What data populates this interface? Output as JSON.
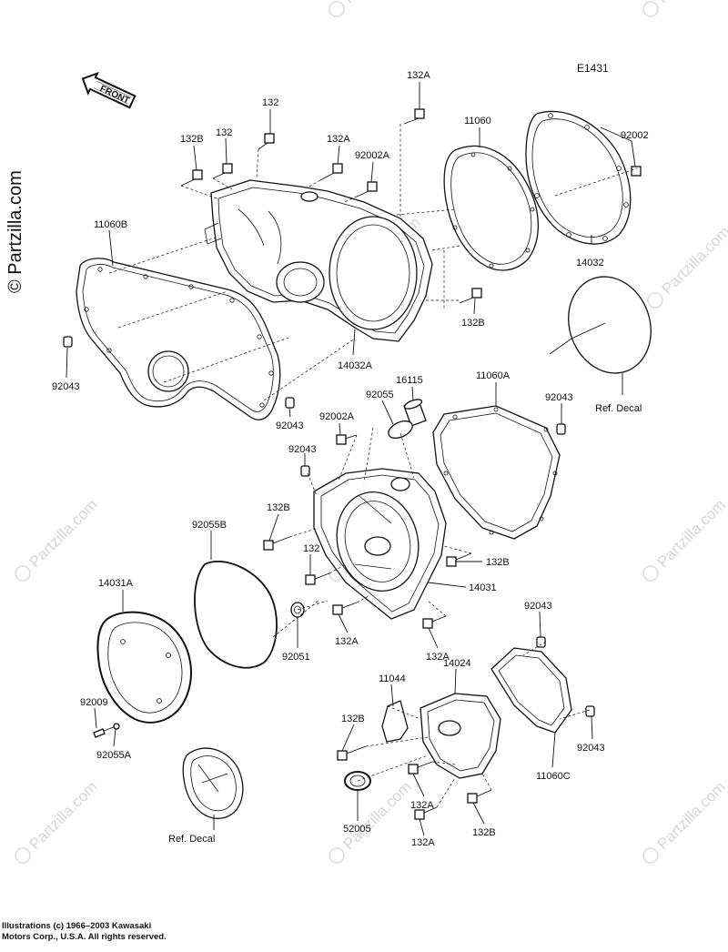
{
  "diagram_code": "E1431",
  "front_badge": "FRONT",
  "site_mark": "© Partzilla.com",
  "watermark_text": "Partzilla.com",
  "copyright": {
    "line1": "Illustrations (c) 1966–2003 Kawasaki",
    "line2": "Motors Corp., U.S.A.  All rights reserved."
  },
  "callouts": [
    {
      "id": "c1",
      "text": "132A"
    },
    {
      "id": "c2",
      "text": "132"
    },
    {
      "id": "c3",
      "text": "132"
    },
    {
      "id": "c4",
      "text": "132B"
    },
    {
      "id": "c5",
      "text": "132A"
    },
    {
      "id": "c6",
      "text": "92002A"
    },
    {
      "id": "c7",
      "text": "11060"
    },
    {
      "id": "c8",
      "text": "92002"
    },
    {
      "id": "c9",
      "text": "11060B"
    },
    {
      "id": "c10",
      "text": "14032"
    },
    {
      "id": "c11",
      "text": "132B"
    },
    {
      "id": "c12",
      "text": "14032A"
    },
    {
      "id": "c13",
      "text": "92043"
    },
    {
      "id": "c14",
      "text": "92043"
    },
    {
      "id": "c15",
      "text": "16115"
    },
    {
      "id": "c16",
      "text": "92055"
    },
    {
      "id": "c17",
      "text": "11060A"
    },
    {
      "id": "c18",
      "text": "92043"
    },
    {
      "id": "c19",
      "text": "Ref. Decal"
    },
    {
      "id": "c20",
      "text": "92002A"
    },
    {
      "id": "c21",
      "text": "92043"
    },
    {
      "id": "c22",
      "text": "132B"
    },
    {
      "id": "c23",
      "text": "92055B"
    },
    {
      "id": "c24",
      "text": "132"
    },
    {
      "id": "c25",
      "text": "132B"
    },
    {
      "id": "c26",
      "text": "14031"
    },
    {
      "id": "c27",
      "text": "14031A"
    },
    {
      "id": "c28",
      "text": "92051"
    },
    {
      "id": "c29",
      "text": "132A"
    },
    {
      "id": "c30",
      "text": "132A"
    },
    {
      "id": "c31",
      "text": "92043"
    },
    {
      "id": "c32",
      "text": "11044"
    },
    {
      "id": "c33",
      "text": "14024"
    },
    {
      "id": "c34",
      "text": "92009"
    },
    {
      "id": "c35",
      "text": "132B"
    },
    {
      "id": "c36",
      "text": "92043"
    },
    {
      "id": "c37",
      "text": "11060C"
    },
    {
      "id": "c38",
      "text": "92055A"
    },
    {
      "id": "c39",
      "text": "132A"
    },
    {
      "id": "c40",
      "text": "52005"
    },
    {
      "id": "c41",
      "text": "132A"
    },
    {
      "id": "c42",
      "text": "132B"
    },
    {
      "id": "c43",
      "text": "Ref. Decal"
    }
  ]
}
